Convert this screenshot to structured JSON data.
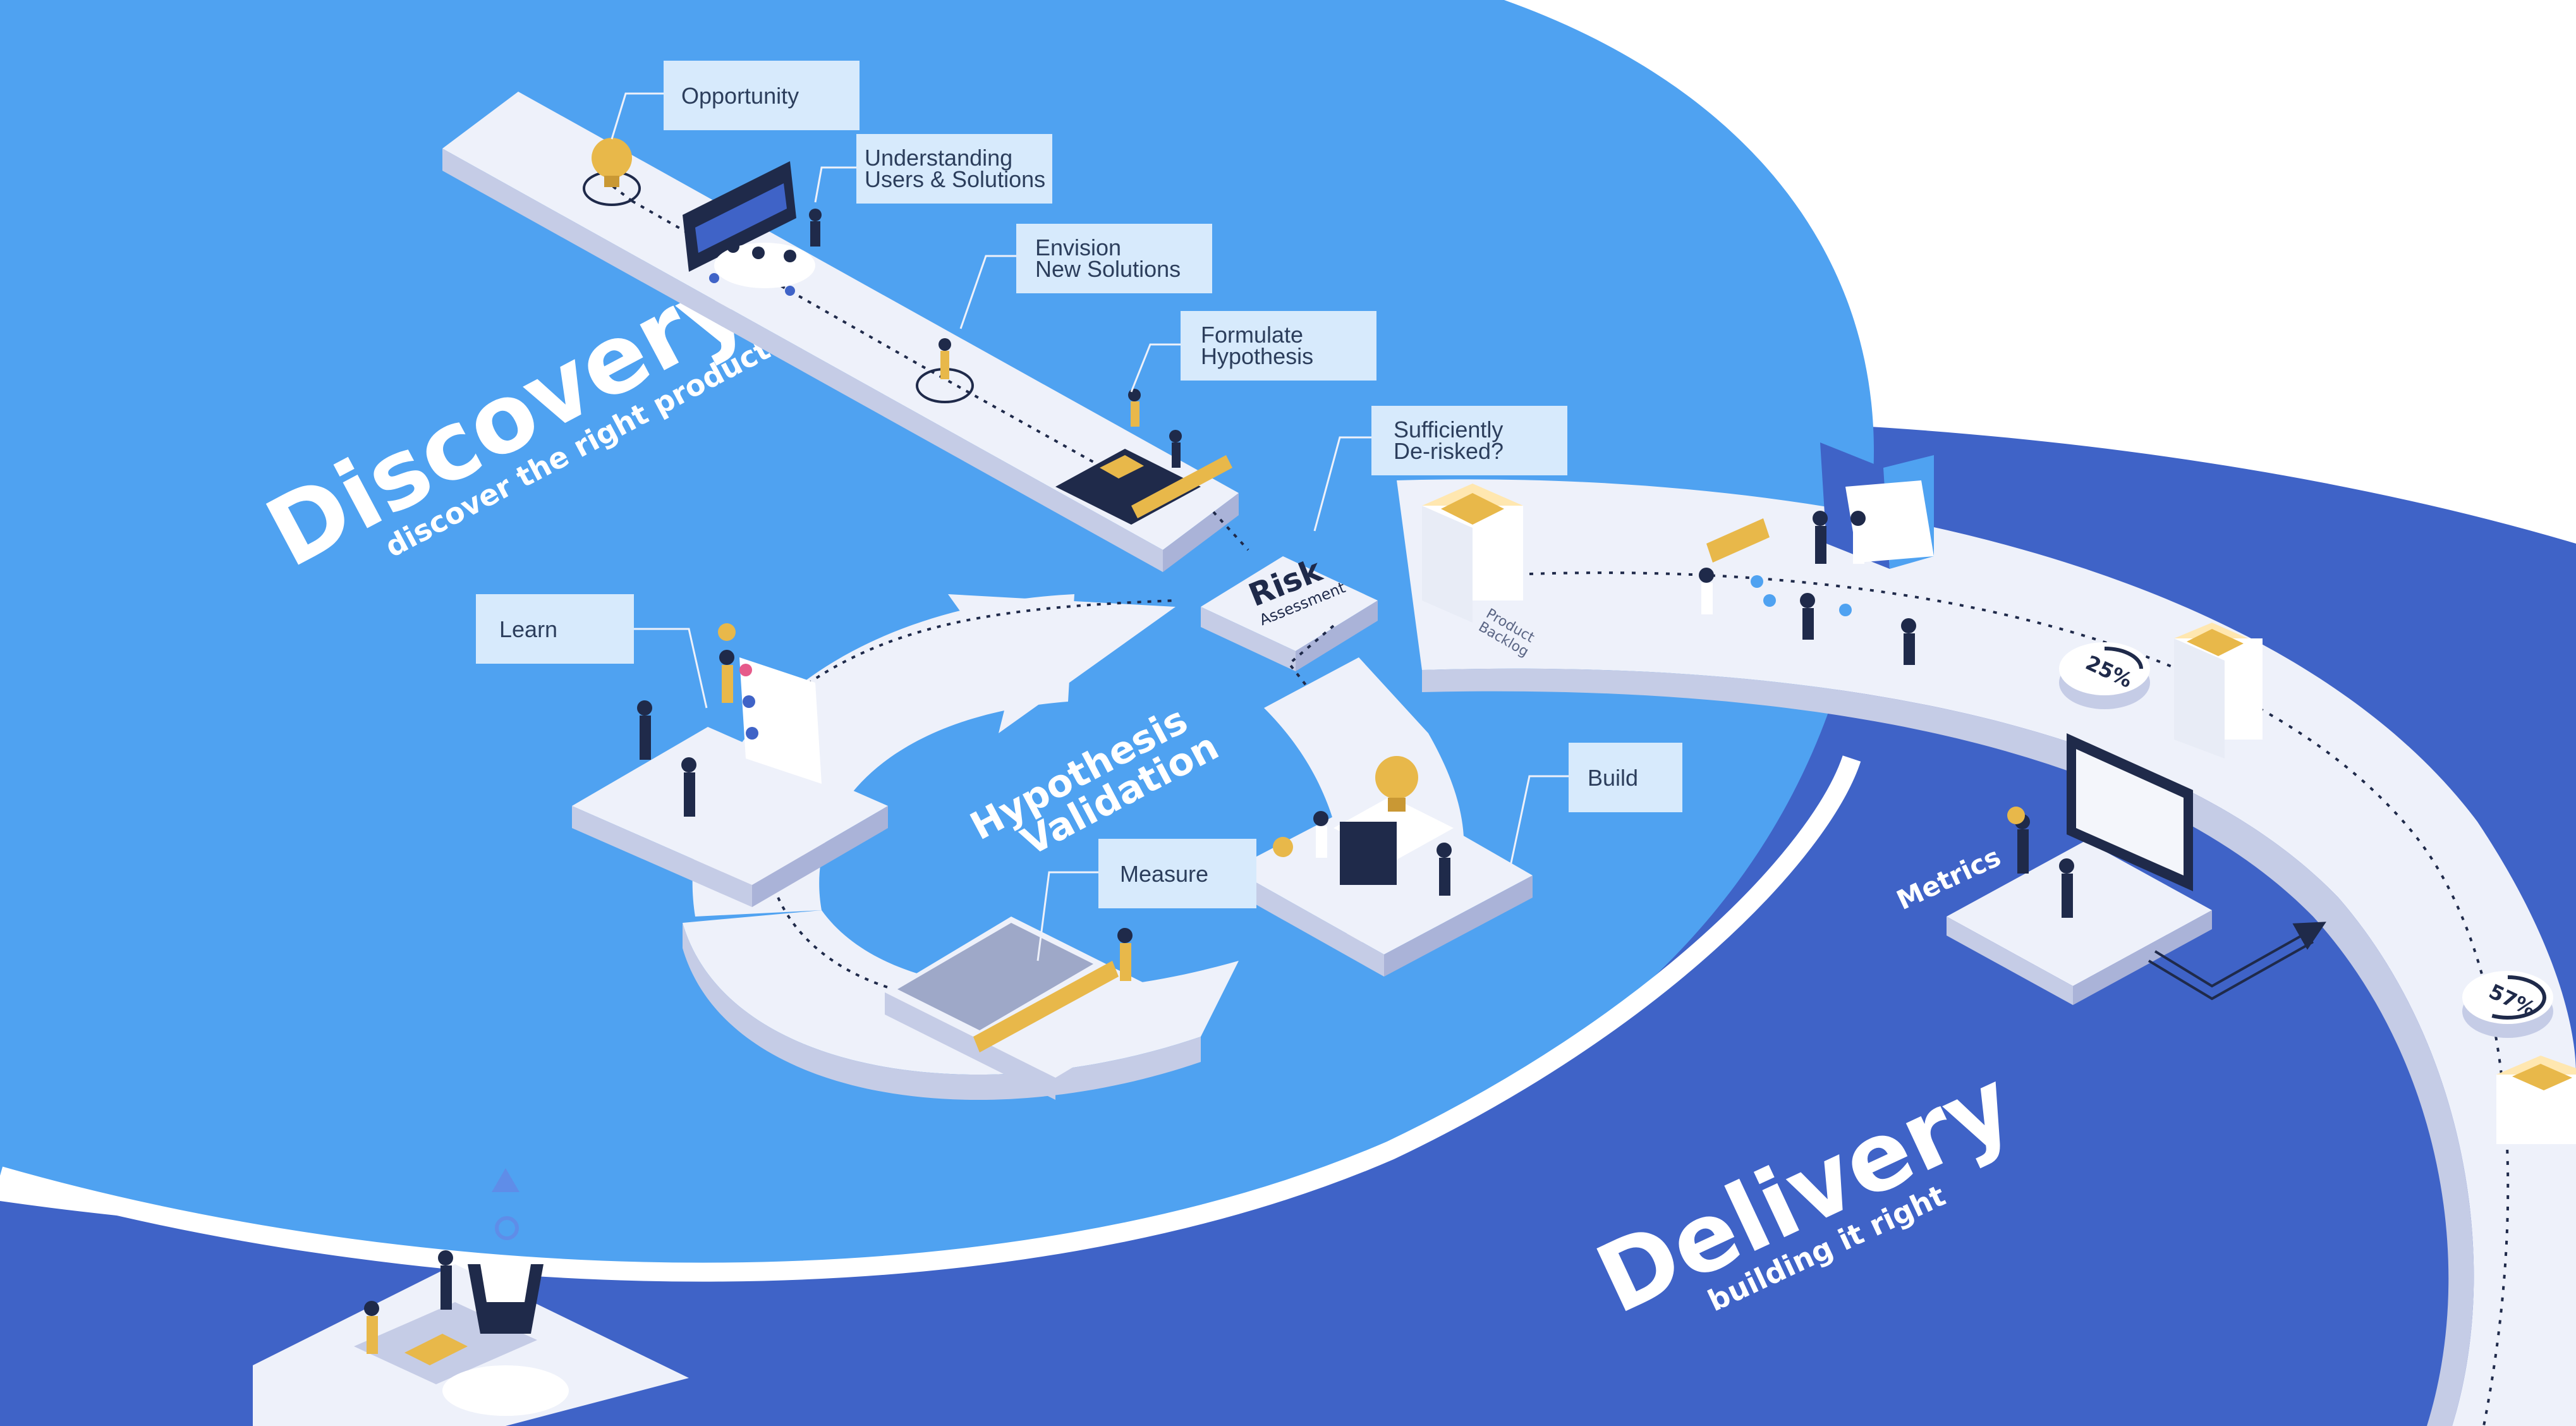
{
  "discovery": {
    "title": "Discovery",
    "subtitle": "discover the right product"
  },
  "delivery": {
    "title": "Delivery",
    "subtitle": "building it right"
  },
  "hypothesis_validation": {
    "line1": "Hypothesis",
    "line2": "Validation"
  },
  "risk_assessment": {
    "title": "Risk",
    "subtitle": "Assessment"
  },
  "product_backlog": {
    "line1": "Product",
    "line2": "Backlog"
  },
  "metrics_label": "Metrics",
  "progress": [
    {
      "label": "25%",
      "value": 0.25
    },
    {
      "label": "57%",
      "value": 0.57
    }
  ],
  "callouts": {
    "opportunity": "Opportunity",
    "understanding": [
      "Understanding",
      "Users & Solutions"
    ],
    "envision": [
      "Envision",
      "New Solutions"
    ],
    "formulate": [
      "Formulate",
      "Hypothesis"
    ],
    "sufficiently": [
      "Sufficiently",
      "De-risked?"
    ],
    "learn": "Learn",
    "build": "Build",
    "measure": "Measure"
  },
  "colors": {
    "discovery_bg": "#4fa2f1",
    "delivery_bg": "#3f63c7",
    "platform": "#eef1fa",
    "platform_side": "#c5cce6",
    "callout_box": "#d7eafc",
    "accent_gold": "#e8b84a",
    "dark_navy": "#1f2a4a"
  }
}
